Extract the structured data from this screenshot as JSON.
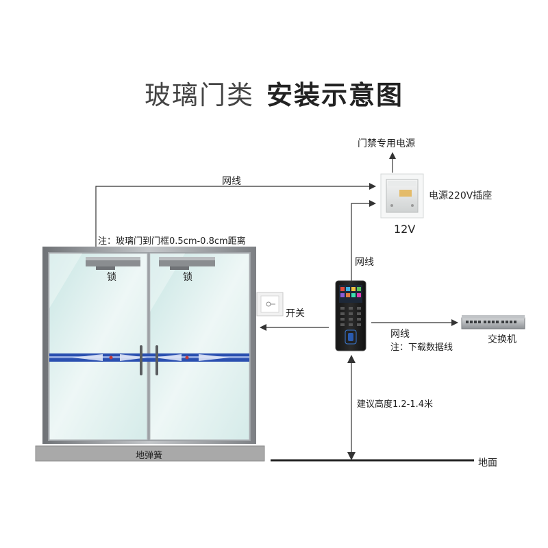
{
  "title": {
    "light": "玻璃门类",
    "bold": "安装示意图"
  },
  "labels": {
    "access_power": "门禁专用电源",
    "cable_top": "网线",
    "power_socket": "电源220V插座",
    "voltage": "12V",
    "note_gap": "注：玻璃门到门框0.5cm-0.8cm距离",
    "cable_vertical": "网线",
    "lock_left": "锁",
    "lock_right": "锁",
    "switch": "开关",
    "cable_right": "网线",
    "note_download": "注：下载数据线",
    "network_switch": "交换机",
    "height": "建议高度1.2-1.4米",
    "floor_spring": "地弹簧",
    "ground": "地面"
  },
  "colors": {
    "line": "#333333",
    "door_frame": "#8f9296",
    "glass": "#dceeee",
    "blue_band": "#2a4fb0",
    "floor": "#a9a9a9"
  }
}
